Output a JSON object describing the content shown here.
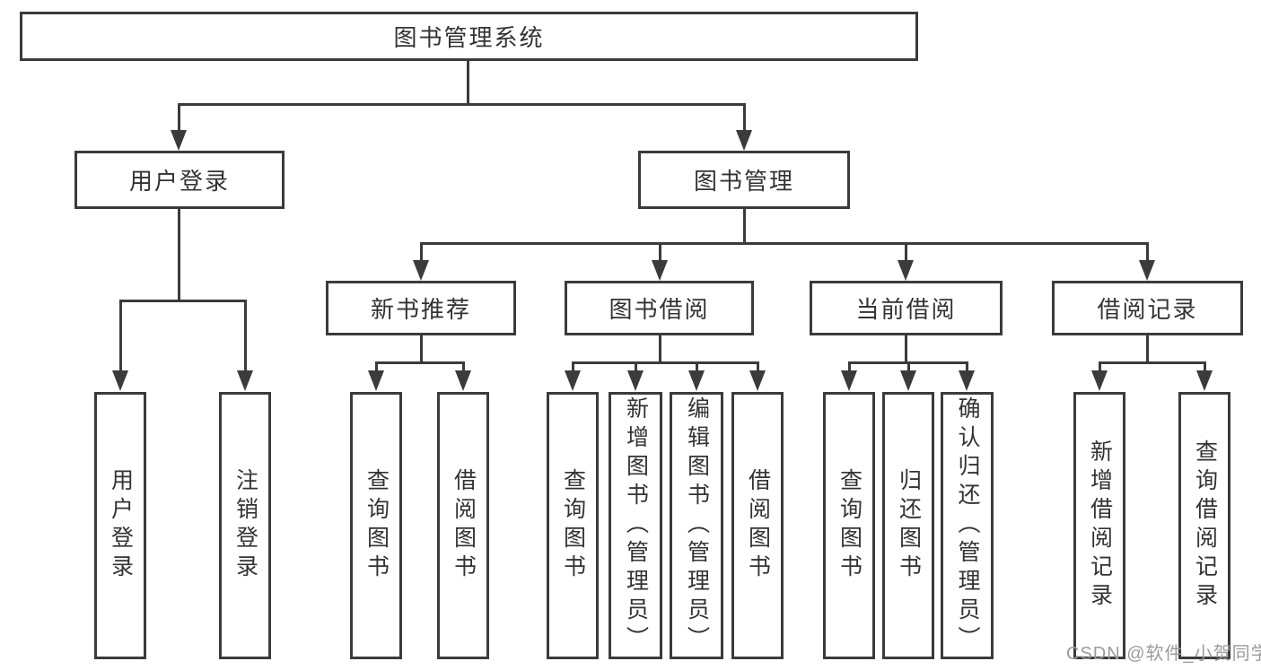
{
  "diagram": {
    "root": {
      "label": "图书管理系统"
    },
    "level2": [
      {
        "label": "用户登录"
      },
      {
        "label": "图书管理"
      }
    ],
    "level3": [
      {
        "label": "新书推荐"
      },
      {
        "label": "图书借阅"
      },
      {
        "label": "当前借阅"
      },
      {
        "label": "借阅记录"
      }
    ],
    "leaves": {
      "user_login": [
        "用户登录",
        "注销登录"
      ],
      "new_book_recommend": [
        "查询图书",
        "借阅图书"
      ],
      "book_borrow": [
        "查询图书",
        "新增图书（管理员）",
        "编辑图书（管理员）",
        "借阅图书"
      ],
      "current_borrow": [
        "查询图书",
        "归还图书",
        "确认归还（管理员）"
      ],
      "borrow_records": [
        "新增借阅记录",
        "查询借阅记录"
      ]
    }
  },
  "watermark": "CSDN @软件_小贺同学",
  "colors": {
    "line": "#3b3b3b",
    "text": "#333333",
    "watermark": "#9b9b9b",
    "background": "#ffffff"
  }
}
